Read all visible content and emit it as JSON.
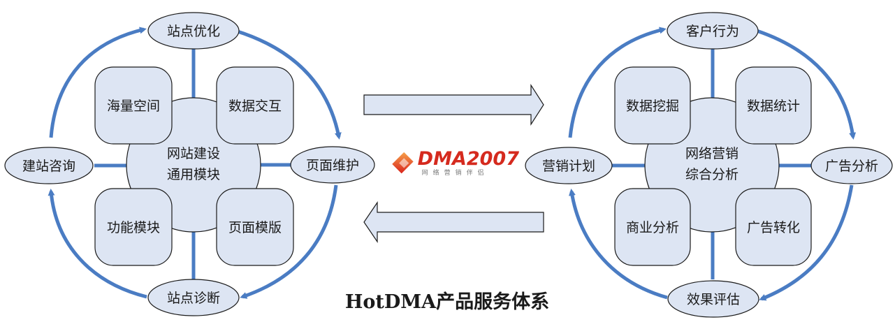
{
  "title": "HotDMA产品服务体系",
  "logo": {
    "brand": "DMA2007",
    "slogan": "网络营销伴侣"
  },
  "left": {
    "center_line1": "网站建设",
    "center_line2": "通用模块",
    "modules": [
      "海量空间",
      "数据交互",
      "功能模块",
      "页面模版"
    ],
    "top": "站点优化",
    "right": "页面维护",
    "bottom": "站点诊断",
    "left": "建站咨询"
  },
  "right": {
    "center_line1": "网络营销",
    "center_line2": "综合分析",
    "modules": [
      "数据挖掘",
      "数据统计",
      "商业分析",
      "广告转化"
    ],
    "top": "客户行为",
    "right": "广告分析",
    "bottom": "效果评估",
    "left": "营销计划"
  },
  "colors": {
    "arrow": "#4a7cc3",
    "fill": "#dde5f3",
    "stroke": "#1a1a1a"
  }
}
